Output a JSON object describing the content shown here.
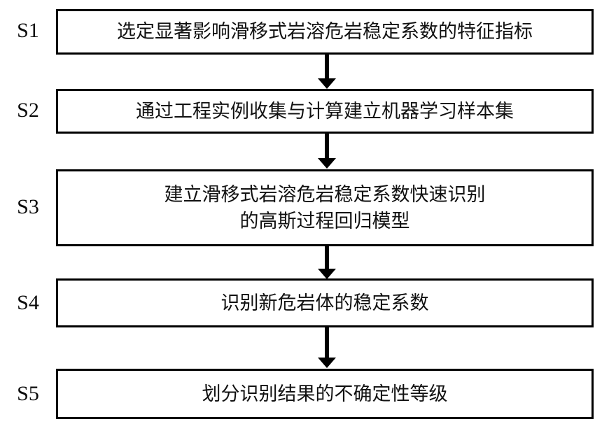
{
  "diagram": {
    "type": "flowchart",
    "orientation": "vertical",
    "title": "",
    "background_color": "#ffffff",
    "line_color": "#000000",
    "text_color": "#111111",
    "steps": [
      {
        "id": "S1",
        "label": "S1",
        "text": "选定显著影响滑移式岩溶危岩稳定系数的特征指标"
      },
      {
        "id": "S2",
        "label": "S2",
        "text": "通过工程实例收集与计算建立机器学习样本集"
      },
      {
        "id": "S3",
        "label": "S3",
        "text": "建立滑移式岩溶危岩稳定系数快速识别\n的高斯过程回归模型"
      },
      {
        "id": "S4",
        "label": "S4",
        "text": "识别新危岩体的稳定系数"
      },
      {
        "id": "S5",
        "label": "S5",
        "text": "划分识别结果的不确定性等级"
      }
    ],
    "connectors": [
      {
        "from": "S1",
        "to": "S2",
        "style": "solid-arrow-down"
      },
      {
        "from": "S2",
        "to": "S3",
        "style": "solid-arrow-down"
      },
      {
        "from": "S3",
        "to": "S4",
        "style": "solid-arrow-down"
      },
      {
        "from": "S4",
        "to": "S5",
        "style": "solid-arrow-down"
      }
    ]
  }
}
